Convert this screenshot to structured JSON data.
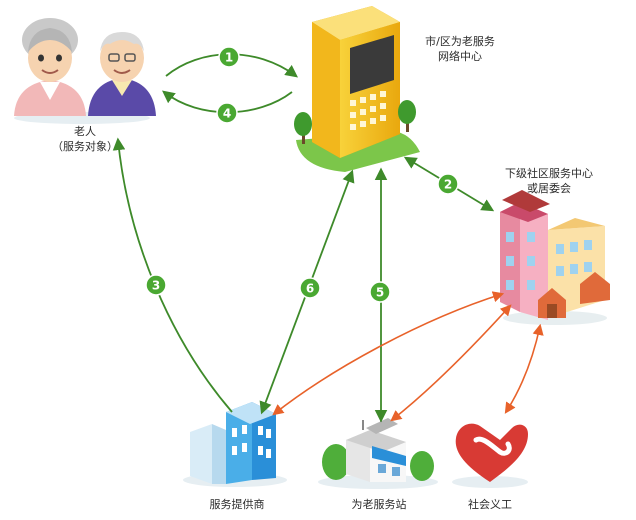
{
  "nodes": {
    "elderly": {
      "lines": [
        "老人",
        "（服务对象）"
      ]
    },
    "center": {
      "lines": [
        "市/区为老服务",
        "网络中心"
      ]
    },
    "community": {
      "lines": [
        "下级社区服务中心",
        "或居委会"
      ]
    },
    "provider": {
      "lines": [
        "服务提供商"
      ]
    },
    "station": {
      "lines": [
        "为老服务站"
      ]
    },
    "volunteer": {
      "lines": [
        "社会义工"
      ]
    }
  },
  "edges": {
    "e1": {
      "number": "1"
    },
    "e2": {
      "number": "2"
    },
    "e3": {
      "number": "3"
    },
    "e4": {
      "number": "4"
    },
    "e5": {
      "number": "5"
    },
    "e6": {
      "number": "6"
    }
  },
  "colors": {
    "green_arrow": "#3e8a2a",
    "badge": "#4aa832",
    "orange_arrow": "#e8622a",
    "building_yellow": "#f6c21a",
    "provider_blue": "#2a8fd8",
    "heart_red": "#d83a34"
  }
}
